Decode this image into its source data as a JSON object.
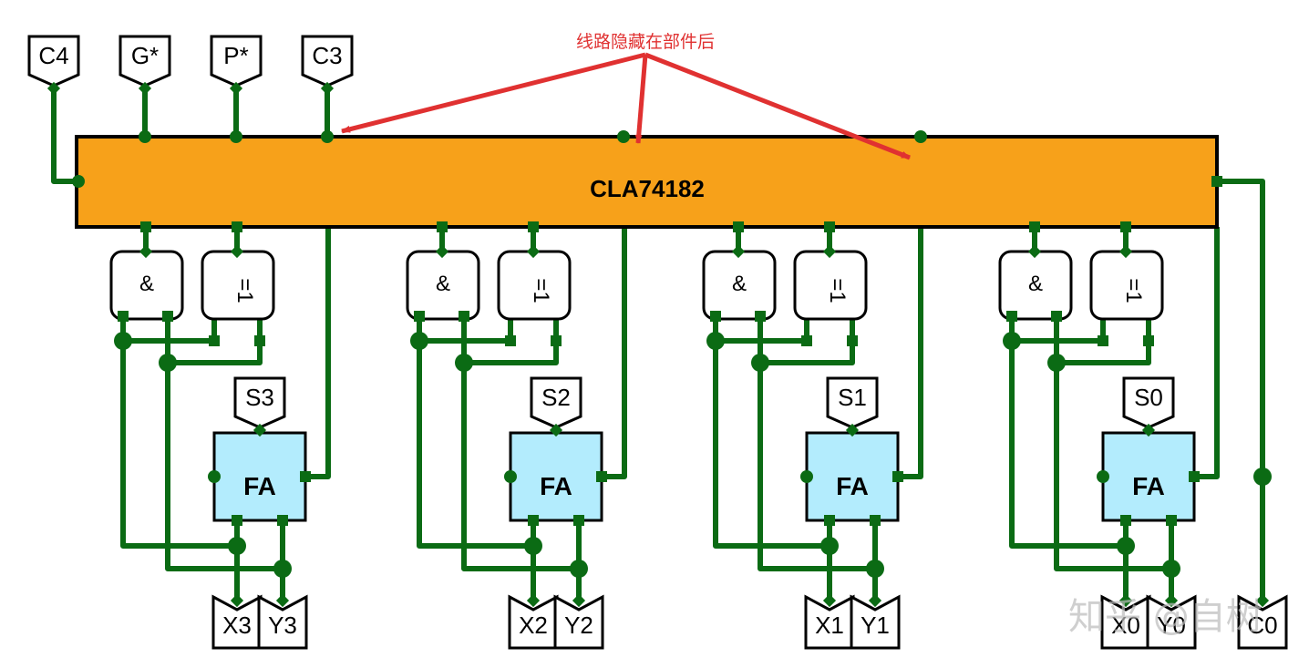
{
  "annotation": {
    "text": "线路隐藏在部件后",
    "color": "#e03131"
  },
  "cla": {
    "label": "CLA74182",
    "color": "#f7a11a"
  },
  "top_pins": [
    "C4",
    "G*",
    "P*",
    "C3"
  ],
  "bits": [
    {
      "sum": "S3",
      "fa": "FA",
      "x": "X3",
      "y": "Y3",
      "and_symbol": "&",
      "xor_symbol": "=1"
    },
    {
      "sum": "S2",
      "fa": "FA",
      "x": "X2",
      "y": "Y2",
      "and_symbol": "&",
      "xor_symbol": "=1"
    },
    {
      "sum": "S1",
      "fa": "FA",
      "x": "X1",
      "y": "Y1",
      "and_symbol": "&",
      "xor_symbol": "=1"
    },
    {
      "sum": "S0",
      "fa": "FA",
      "x": "X0",
      "y": "Y0",
      "and_symbol": "&",
      "xor_symbol": "=1"
    }
  ],
  "carry_in": "C0",
  "watermark": "知乎 @自树",
  "colors": {
    "wire": "#0b6b14",
    "fa": "#b3ecfd",
    "stroke": "#000000"
  }
}
